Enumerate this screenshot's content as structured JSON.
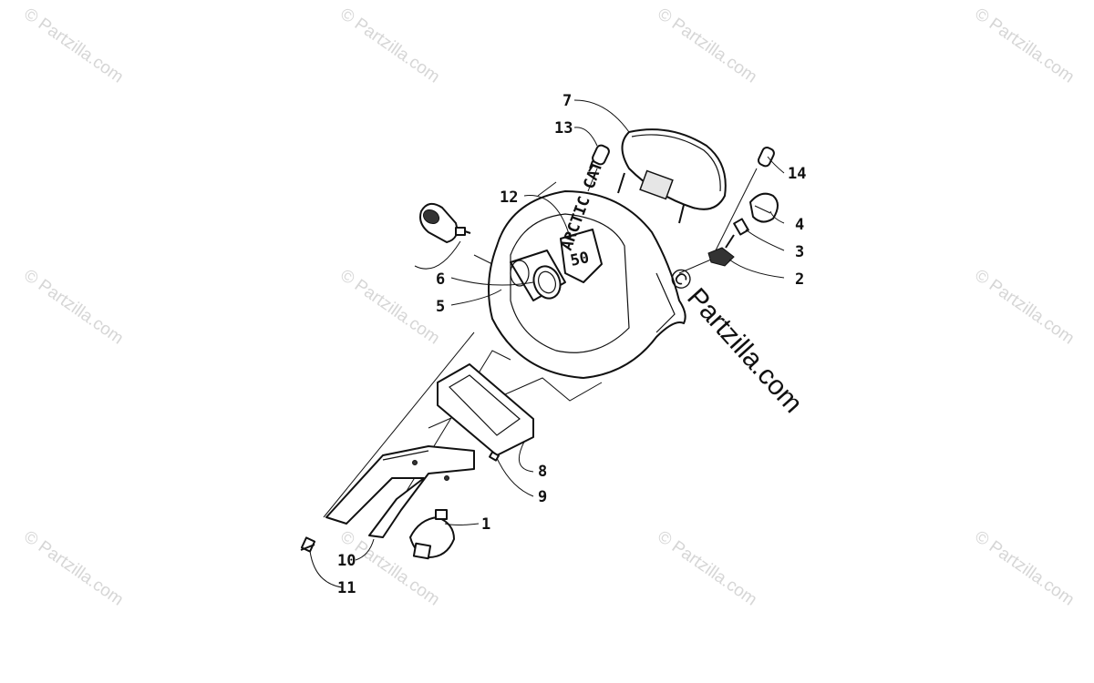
{
  "watermark": {
    "small_text": "© Partzilla.com",
    "large_text": "© Partzilla.com"
  },
  "logo": {
    "brand_text": "ARCTIC CAT",
    "number_text": "50"
  },
  "callouts": [
    "1",
    "2",
    "3",
    "4",
    "5",
    "6",
    "7",
    "8",
    "9",
    "10",
    "11",
    "12",
    "13",
    "14"
  ],
  "colors": {
    "line": "#111111",
    "watermark": "#d6d6d6",
    "background": "#ffffff"
  }
}
